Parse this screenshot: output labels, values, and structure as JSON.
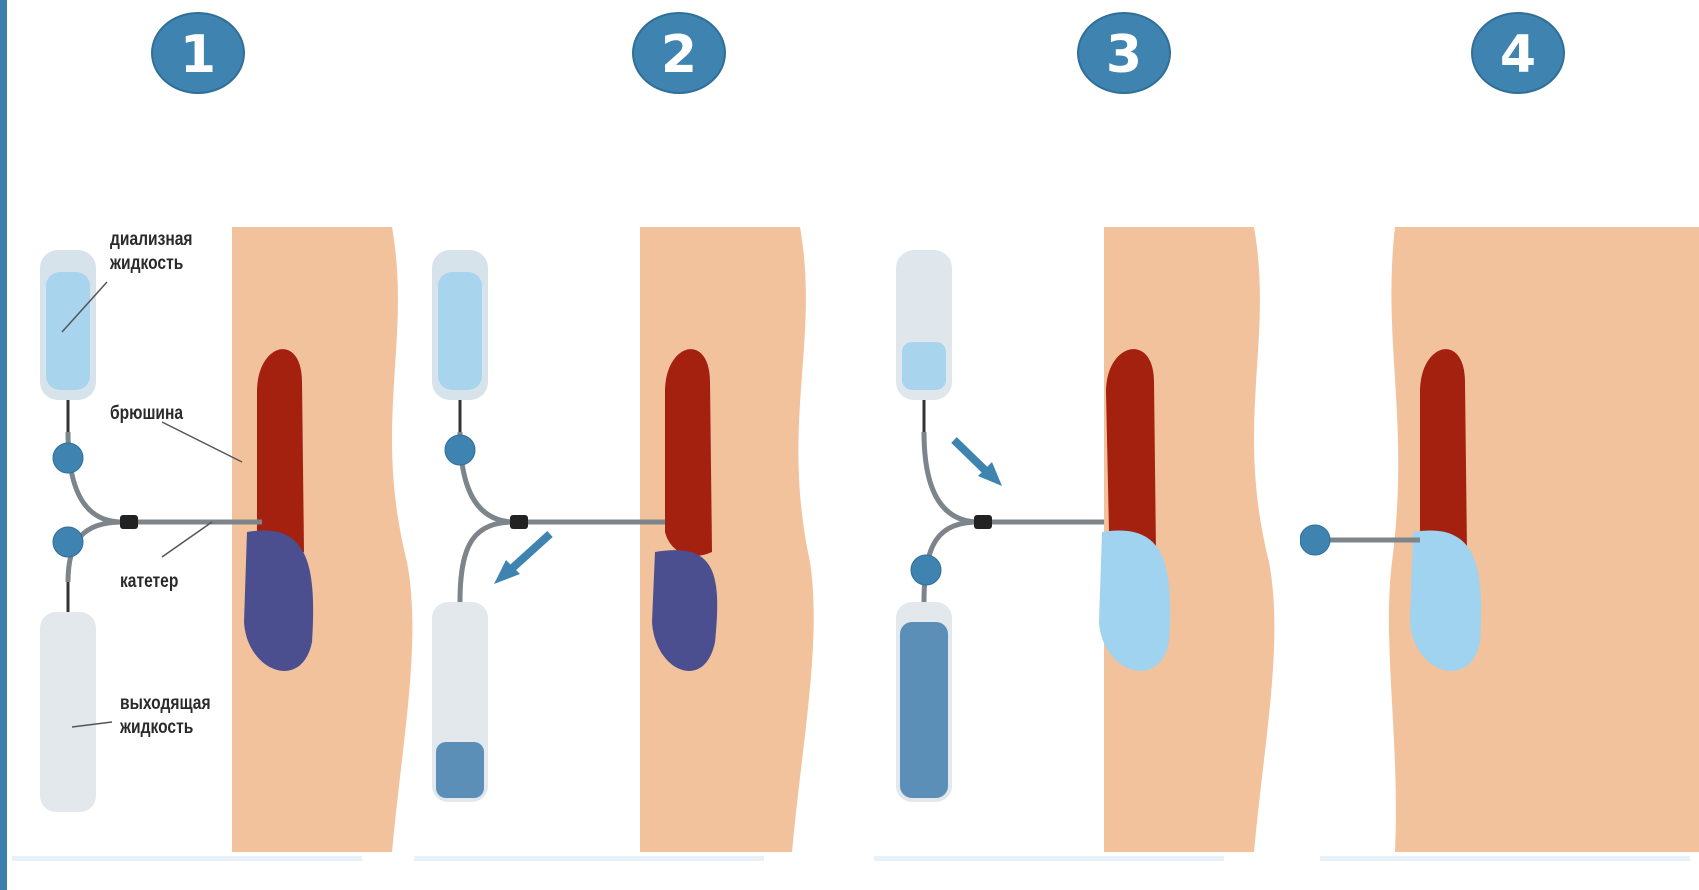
{
  "steps": [
    "1",
    "2",
    "3",
    "4"
  ],
  "labels": {
    "dialysis_fluid_1": "диализная",
    "dialysis_fluid_2": "жидкость",
    "peritoneum": "брюшина",
    "catheter": "катетер",
    "outflow_fluid_1": "выходящая",
    "outflow_fluid_2": "жидкость"
  },
  "colors": {
    "accent": "#3f83b0",
    "skin": "#f1c29c",
    "organ": "#a4200f",
    "fluid_dark": "#4b4f8f",
    "fluid_light": "#8fc9e8"
  }
}
